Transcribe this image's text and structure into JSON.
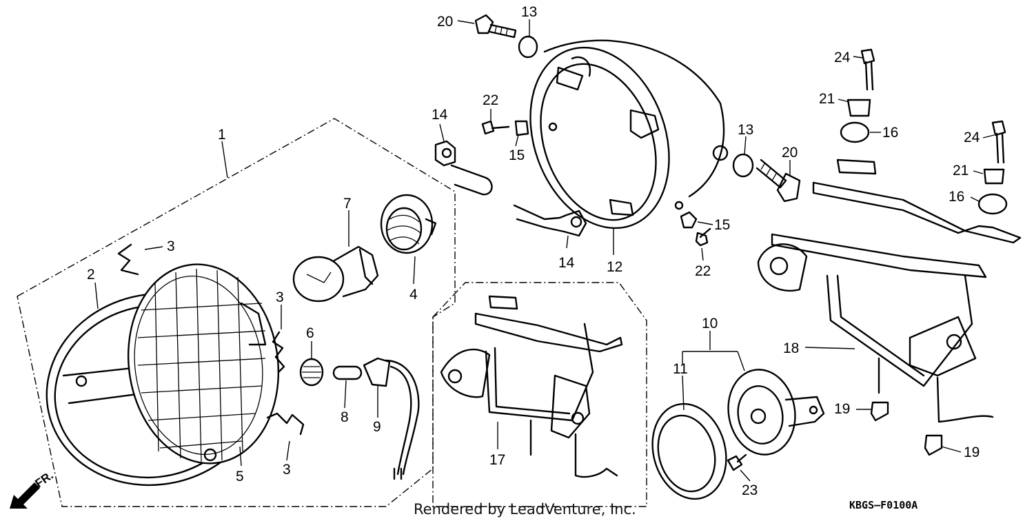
{
  "diagram": {
    "callouts": [
      "1",
      "2",
      "3",
      "3",
      "3",
      "4",
      "5",
      "6",
      "7",
      "8",
      "9",
      "10",
      "11",
      "12",
      "13",
      "13",
      "14",
      "14",
      "15",
      "15",
      "16",
      "16",
      "17",
      "18",
      "19",
      "19",
      "20",
      "20",
      "21",
      "21",
      "22",
      "22",
      "23",
      "24",
      "24"
    ],
    "footer_text": "Rendered by LeadVenture, Inc.",
    "diagram_code": "KBGS–F0100A",
    "direction_label": "FR."
  }
}
